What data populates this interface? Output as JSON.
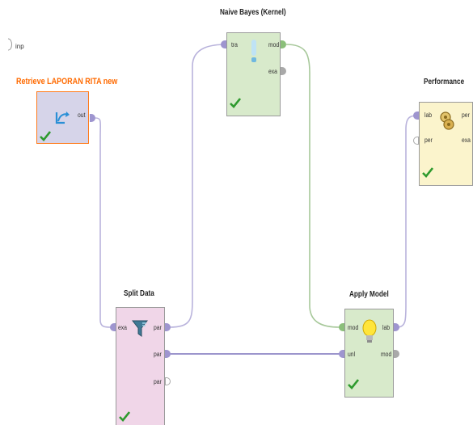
{
  "canvas": {
    "input_port_label": "inp"
  },
  "operators": {
    "retrieve": {
      "title": "Retrieve LAPORAN RITA new",
      "ports_out": [
        "out"
      ],
      "title_color": "#ff6a00",
      "fill": "#d6d4e9",
      "border": "#ff7a1a"
    },
    "naive_bayes": {
      "title": "Naive Bayes (Kernel)",
      "ports_in": [
        "tra"
      ],
      "ports_out": [
        "mod",
        "exa"
      ],
      "fill": "#d8eacb"
    },
    "performance": {
      "title": "Performance",
      "ports_in": [
        "lab",
        "per"
      ],
      "ports_out": [
        "per",
        "exa"
      ],
      "fill": "#fbf4cc"
    },
    "split_data": {
      "title": "Split Data",
      "ports_in": [
        "exa"
      ],
      "ports_out": [
        "par",
        "par",
        "par"
      ],
      "fill": "#f0d6e8"
    },
    "apply_model": {
      "title": "Apply Model",
      "ports_in": [
        "mod",
        "unl"
      ],
      "ports_out": [
        "lab",
        "mod"
      ],
      "fill": "#d8eacb"
    }
  },
  "colors": {
    "connection": "#b9b3dc",
    "connection_dark": "#8e86c4",
    "port_purple": "#9e95cf",
    "port_green": "#8bbf7a",
    "port_gray": "#a9a9a9",
    "check_green": "#2e9a2e"
  }
}
